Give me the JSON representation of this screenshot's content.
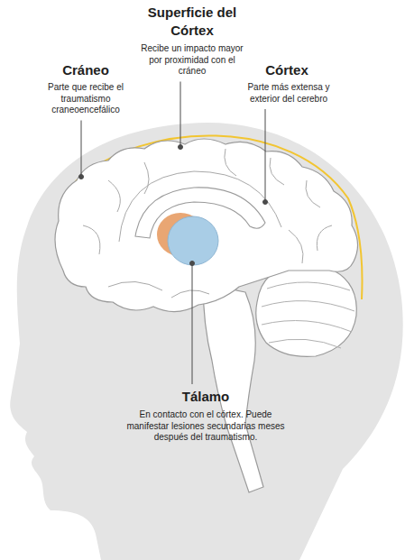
{
  "diagram": {
    "labels": [
      "Superficie del Córtex",
      "Recibe un impacto mayor por proximidad con el cráneo",
      "Cráneo",
      "Parte que recibe el traumatismo craneoencefálico",
      "Córtex",
      "Parte más extensa y exterior del cerebro",
      "Tálamo",
      "En contacto con el córtex. Puede manifestar lesiones secundarias meses después del traumatismo."
    ]
  }
}
